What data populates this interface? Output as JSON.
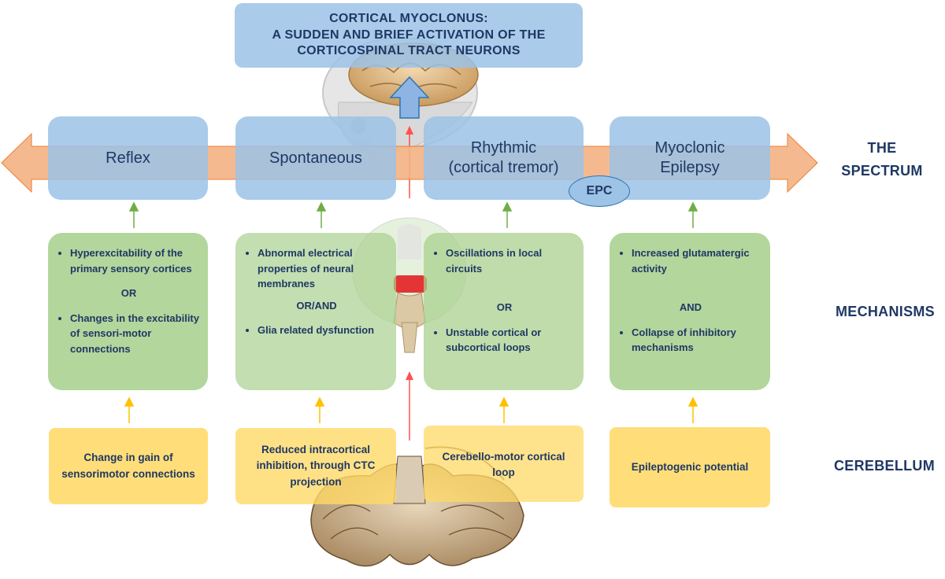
{
  "title": {
    "line1": "CORTICAL MYOCLONUS:",
    "line2": "A SUDDEN AND BRIEF ACTIVATION OF THE",
    "line3": "CORTICOSPINAL TRACT NEURONS"
  },
  "row_labels": {
    "spectrum_line1": "THE",
    "spectrum_line2": "SPECTRUM",
    "mechanisms": "MECHANISMS",
    "cerebellum": "CEREBELLUM"
  },
  "spectrum": [
    {
      "line1": "Reflex",
      "line2": ""
    },
    {
      "line1": "Spontaneous",
      "line2": ""
    },
    {
      "line1": "Rhythmic",
      "line2": "(cortical tremor)"
    },
    {
      "line1": "Myoclonic",
      "line2": "Epilepsy"
    }
  ],
  "epc_label": "EPC",
  "mechanisms": [
    {
      "item1": "Hyperexcitability of the primary sensory cortices",
      "join": "OR",
      "item2": "Changes in the excitability of sensori-motor connections"
    },
    {
      "item1": "Abnormal electrical properties of neural membranes",
      "join": "OR/AND",
      "item2": "Glia related dysfunction"
    },
    {
      "item1": "Oscillations in local circuits",
      "join": "OR",
      "item2": "Unstable cortical or subcortical loops"
    },
    {
      "item1": "Increased glutamatergic activity",
      "join": "AND",
      "item2": "Collapse of inhibitory mechanisms"
    }
  ],
  "cerebellum": [
    "Change in gain of sensorimotor connections",
    "Reduced intracortical inhibition, through CTC projection",
    "Cerebello-motor cortical loop",
    "Epileptogenic potential"
  ],
  "colors": {
    "spectrum_box": "#9bc2e6",
    "mechanism_box": "#a9d08e",
    "cerebellum_box": "#ffd966",
    "spectrum_arrow": "#f4b183",
    "text": "#1f3864",
    "green_arrow": "#70ad47",
    "yellow_arrow": "#ffc000",
    "red_arrow": "#ff5050"
  }
}
